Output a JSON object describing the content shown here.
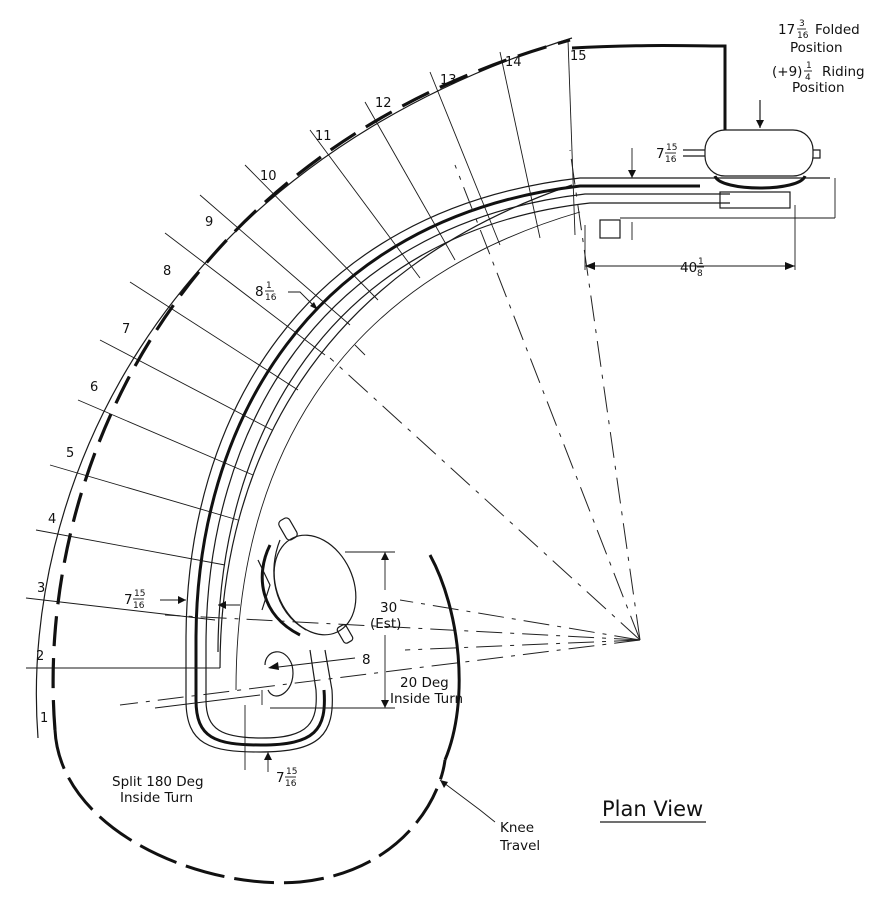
{
  "step_numbers": [
    "1",
    "2",
    "3",
    "4",
    "5",
    "6",
    "7",
    "8",
    "9",
    "10",
    "11",
    "12",
    "13",
    "14",
    "15"
  ],
  "labels": {
    "folded_top": "17",
    "folded_num": "3",
    "folded_den": "16",
    "folded_text": "Folded",
    "position_1": "Position",
    "riding_top": "(+9)",
    "riding_num": "1",
    "riding_den": "4",
    "riding_text": "Riding",
    "position_2": "Position",
    "dim_top_whole": "7",
    "dim_top_num": "15",
    "dim_top_den": "16",
    "dim_right_whole": "40",
    "dim_right_num": "1",
    "dim_right_den": "8",
    "dim_mid_whole": "8",
    "dim_mid_num": "1",
    "dim_mid_den": "16",
    "dim_left_whole": "7",
    "dim_left_num": "15",
    "dim_left_den": "16",
    "dim_30": "30",
    "dim_est": "(Est)",
    "dim_8": "8",
    "inside_1": "20 Deg",
    "inside_2": "Inside Turn",
    "dim_bottom_whole": "7",
    "dim_bottom_num": "15",
    "dim_bottom_den": "16",
    "split_1": "Split 180 Deg",
    "split_2": "Inside Turn",
    "knee_1": "Knee",
    "knee_2": "Travel",
    "plan_view": "Plan View"
  }
}
